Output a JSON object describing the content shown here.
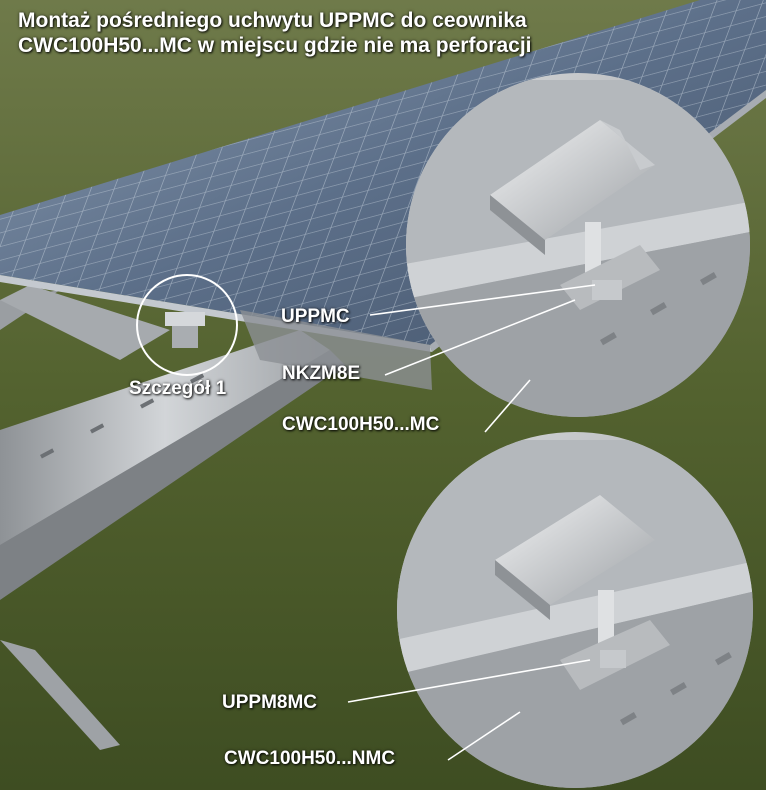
{
  "title": {
    "line1": "Montaż pośredniego uchwytu UPPMC do ceownika",
    "line2": "CWC100H50...MC w miejscu gdzie nie ma perforacji"
  },
  "labels": {
    "detail": "Szczegół 1",
    "upper": {
      "clamp": "UPPMC",
      "nut": "NKZM8E",
      "rail": "CWC100H50...MC"
    },
    "lower": {
      "clamp": "UPPM8MC",
      "rail": "CWC100H50...NMC"
    }
  },
  "colors": {
    "grass": "#4f5e2f",
    "panel": "#5b6e86",
    "rail": "#b9bcc0",
    "callout_line": "#ffffff"
  }
}
